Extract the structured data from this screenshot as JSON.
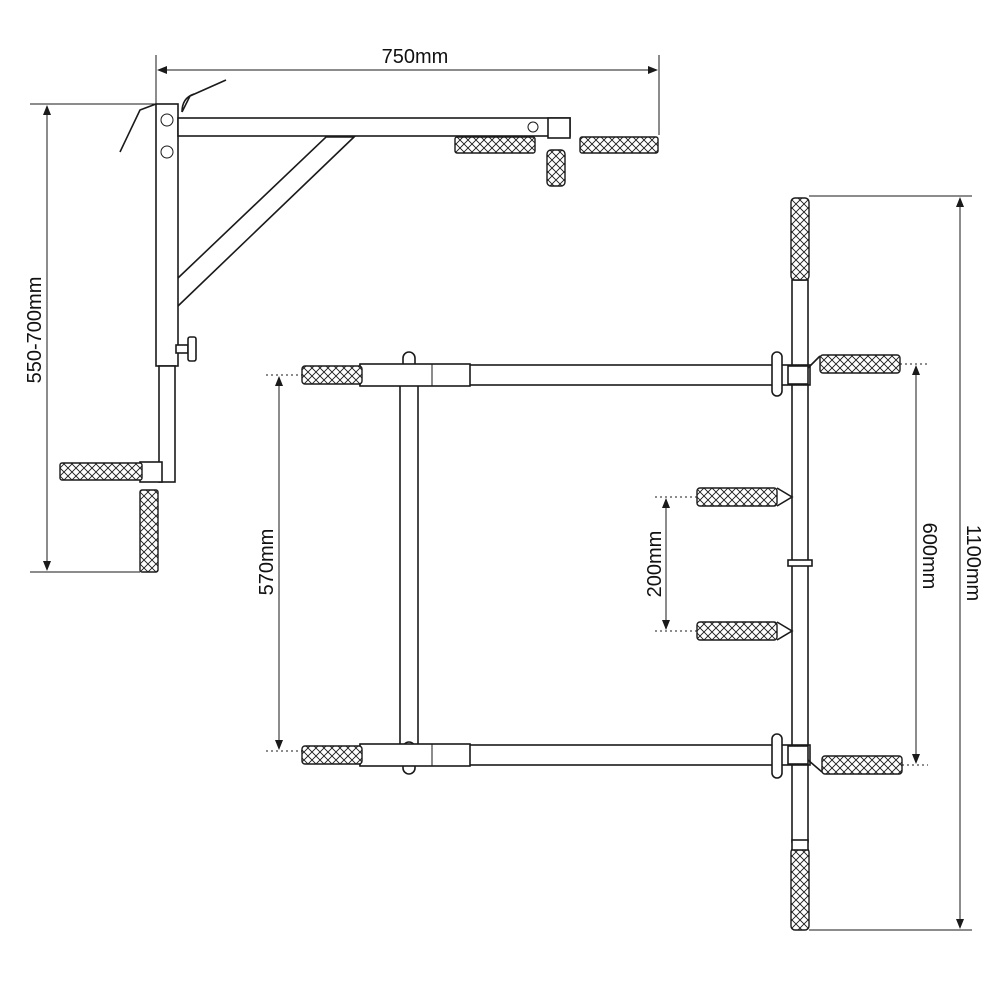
{
  "labels": {
    "reach": "750mm",
    "height_range": "550-700mm",
    "front_span": "570mm",
    "inner_grip_spacing": "200mm",
    "outer_grip_spacing": "600mm",
    "total_length": "1100mm"
  },
  "colors": {
    "stroke": "#1a1a1a",
    "background": "#ffffff"
  }
}
